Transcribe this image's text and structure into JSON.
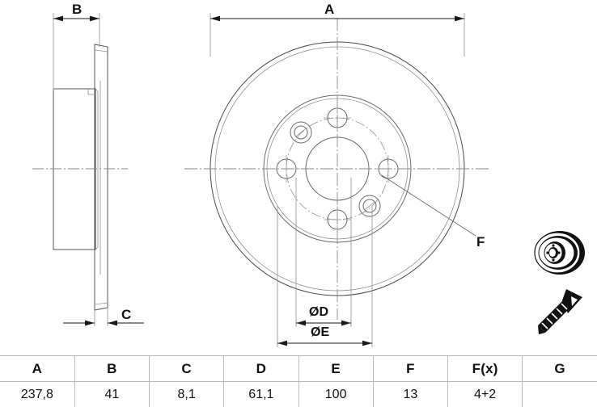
{
  "drawing": {
    "title": "Brake disc technical drawing",
    "dimension_labels": {
      "width_b": "B",
      "thickness_c": "C",
      "diameter_a": "A",
      "bolt_circle_d": "ØD",
      "hub_diameter_e": "ØE",
      "hole_callout_f": "F"
    },
    "icons": {
      "disc_thumbnail": "brake-disc-3d-thumbnail",
      "screw_thumbnail": "countersunk-screw-icon"
    }
  },
  "spec_table": {
    "headers": [
      "A",
      "B",
      "C",
      "D",
      "E",
      "F",
      "F(x)",
      "G"
    ],
    "values": [
      "237,8",
      "41",
      "8,1",
      "61,1",
      "100",
      "13",
      "4+2",
      ""
    ]
  },
  "colors": {
    "line": "#555555",
    "line_dark": "#1a1a1a",
    "centerline": "#8a8a8a",
    "table_border": "#b9b9b9",
    "background": "#ffffff"
  }
}
